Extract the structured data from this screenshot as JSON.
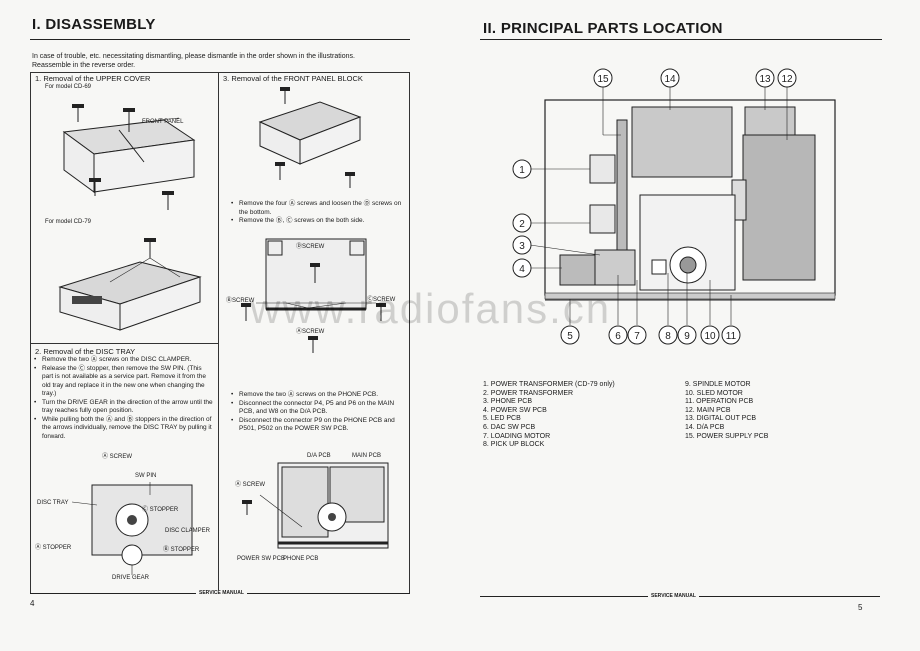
{
  "left": {
    "title": "I. DISASSEMBLY",
    "intro_line1": "In case of trouble, etc. necessitating dismantling, please dismantle in the order shown in the illustrations.",
    "intro_line2": "Reassemble in the reverse order.",
    "step1": {
      "heading": "1. Removal of the UPPER COVER",
      "model_a": "For model CD-69",
      "front_panel": "FRONT PANEL",
      "model_b": "For model CD-79"
    },
    "step2": {
      "heading": "2. Removal of the DISC TRAY",
      "bullets": [
        "Remove the two Ⓐ screws on the DISC CLAMPER.",
        "Release the Ⓒ stopper, then remove the SW PIN. (This part is not available as a service part. Remove it from the old tray and replace it in the new one when changing the tray.)",
        "Turn the DRIVE GEAR in the direction of the arrow until the tray reaches fully open position.",
        "While pulling both the Ⓐ and Ⓑ stoppers in the direction of the arrows individually, remove the DISC TRAY by pulling it forward."
      ],
      "labels": {
        "screw": "Ⓐ SCREW",
        "sw_pin": "SW PIN",
        "disc_tray": "DISC TRAY",
        "c_stopper": "Ⓒ STOPPER",
        "disc_clamper": "DISC CLAMPER",
        "a_stopper": "Ⓐ STOPPER",
        "b_stopper": "Ⓑ STOPPER",
        "drive_gear": "DRIVE GEAR"
      }
    },
    "step3": {
      "heading": "3. Removal of the FRONT PANEL BLOCK",
      "bullets": [
        "Remove the four Ⓐ screws and loosen the Ⓓ screws on the bottom.",
        "Remove the Ⓑ, Ⓒ screws on the both side."
      ],
      "labels": {
        "d_screw": "ⒹSCREW",
        "b_screw": "ⒷSCREW",
        "c_screw": "ⒸSCREW",
        "a_screw": "ⒶSCREW"
      }
    },
    "step4": {
      "bullets": [
        "Remove the two Ⓐ screws on the PHONE PCB.",
        "Disconnect the connector P4, P5 and P6 on the MAIN PCB, and W8 on the D/A PCB.",
        "Disconnect the connector P9 on the PHONE PCB and P501, P502 on the POWER SW PCB."
      ],
      "labels": {
        "da_pcb": "D/A PCB",
        "main_pcb": "MAIN PCB",
        "a_screw": "Ⓐ SCREW",
        "power_sw_pcb": "POWER SW PCB",
        "phone_pcb": "PHONE PCB"
      }
    },
    "footer": "SERVICE MANUAL",
    "page_number": "4"
  },
  "right": {
    "title": "II. PRINCIPAL PARTS LOCATION",
    "callouts": [
      "1",
      "2",
      "3",
      "4",
      "5",
      "6",
      "7",
      "8",
      "9",
      "10",
      "11",
      "12",
      "13",
      "14",
      "15"
    ],
    "legend_col1": [
      "1. POWER TRANSFORMER (CD-79 only)",
      "2. POWER TRANSFORMER",
      "3. PHONE PCB",
      "4. POWER SW PCB",
      "5. LED PCB",
      "6. DAC SW PCB",
      "7. LOADING MOTOR",
      "8. PICK UP BLOCK"
    ],
    "legend_col2": [
      "9. SPINDLE MOTOR",
      "10. SLED MOTOR",
      "11. OPERATION PCB",
      "12. MAIN PCB",
      "13. DIGITAL OUT PCB",
      "14. D/A PCB",
      "15. POWER SUPPLY PCB"
    ],
    "watermark": "www.radiofans.cn",
    "footer": "SERVICE MANUAL",
    "page_number": "5"
  }
}
